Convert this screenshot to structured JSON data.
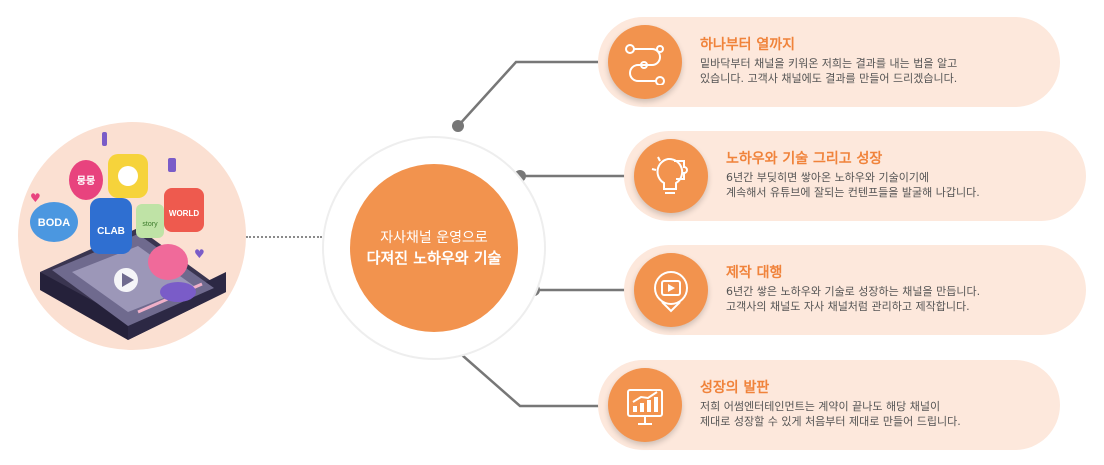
{
  "center": {
    "line1": "자사채널 운영으로",
    "line2": "다져진 노하우와 기술"
  },
  "illustration": {
    "badges": [
      "BODA",
      "뭉뭉",
      "CLAB",
      "story",
      "WORLD"
    ]
  },
  "items": [
    {
      "title": "하나부터 열까지",
      "desc": [
        "밑바닥부터 채널을 키워온 저희는 결과를 내는 법을 알고",
        "있습니다. 고객사 채널에도 결과를 만들어 드리겠습니다."
      ],
      "icon": "flow-path-icon"
    },
    {
      "title": "노하우와 기술 그리고 성장",
      "desc": [
        "6년간 부딪히면 쌓아온 노하우와 기술이기에",
        "계속해서 유튜브에 잘되는 컨텐프들을 발굴해 나갑니다."
      ],
      "icon": "lightbulb-puzzle-icon"
    },
    {
      "title": "제작 대행",
      "desc": [
        "6년간 쌓은 노하우와 기술로 성장하는 채널을 만듭니다.",
        "고객사의 채널도 자사 채널처럼 관리하고 제작합니다."
      ],
      "icon": "video-play-icon"
    },
    {
      "title": "성장의 발판",
      "desc": [
        "저희 어썸엔터테인먼트는 계약이 끝나도 해당 채널이",
        "제대로 성장할 수 있게 처음부터 제대로 만들어 드립니다."
      ],
      "icon": "growth-chart-icon"
    }
  ],
  "colors": {
    "accent": "#f2934e",
    "title": "#f0833b",
    "card_bg": "#fde8dc",
    "illustration_bg": "#fbe0d2",
    "connector": "#777777"
  }
}
